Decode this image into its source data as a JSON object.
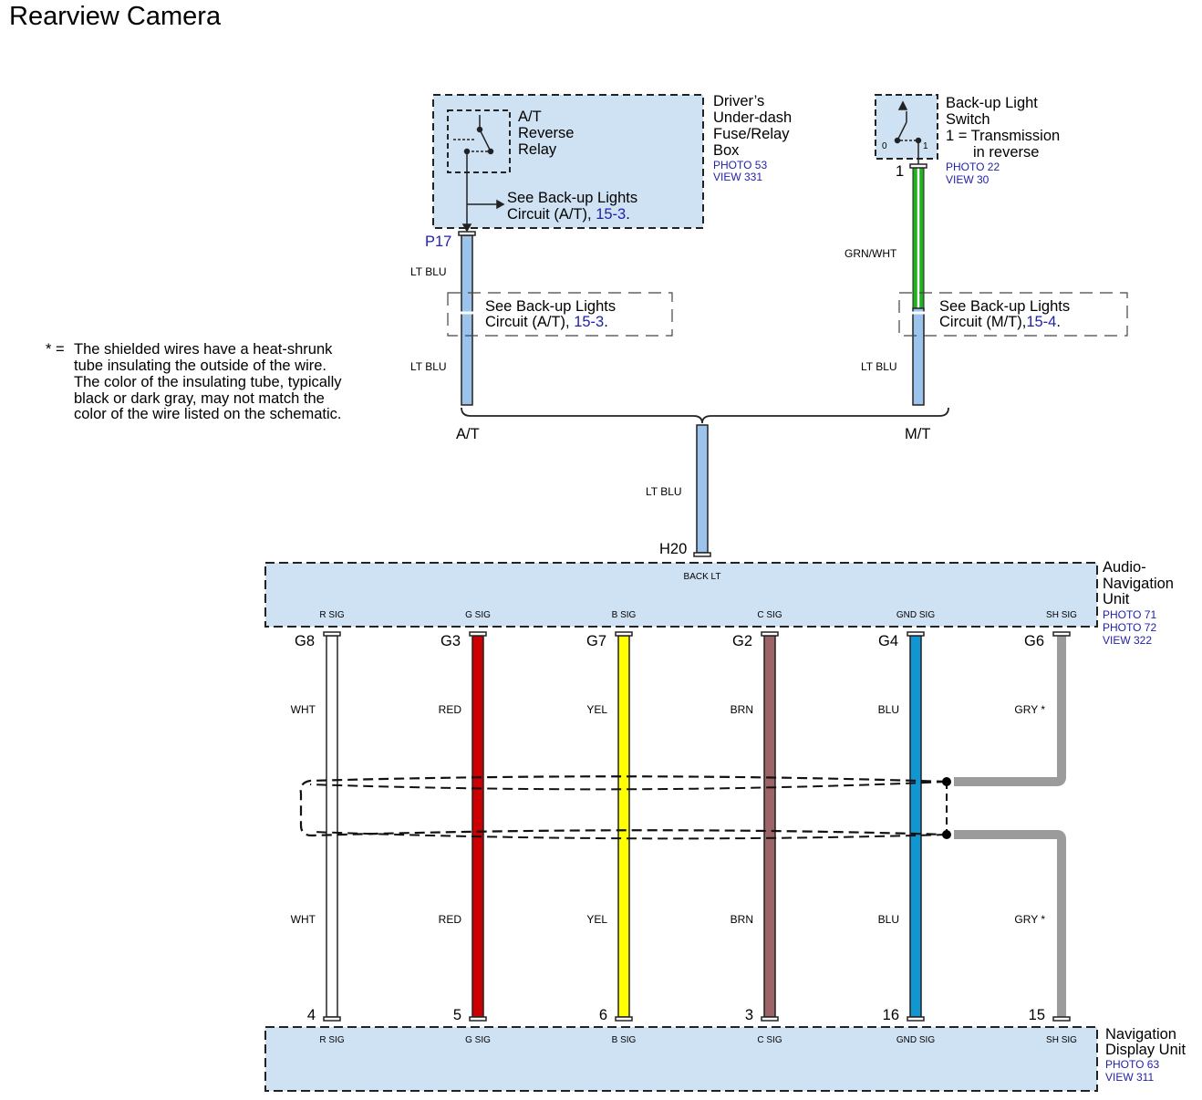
{
  "title": "Rearview Camera",
  "colors": {
    "box_fill": "#cfe2f3",
    "lt_blu": "#9cc3ec",
    "grn": "#20b020",
    "red": "#cc0000",
    "yel": "#ffff00",
    "brn": "#9c6466",
    "blu": "#1196d1",
    "gry": "#9b9b9b",
    "link": "#1f1fa8"
  },
  "fuse_box": {
    "name": [
      "Driver’s",
      "Under-dash",
      "Fuse/Relay",
      "Box"
    ],
    "photo": "PHOTO 53",
    "view": "VIEW 331",
    "relay": [
      "A/T",
      "Reverse",
      "Relay"
    ],
    "see_line1": "See Back-up Lights",
    "see_line2": "Circuit (A/T),",
    "see_link": "15-3",
    "pin": "P17"
  },
  "switch": {
    "name": [
      "Back-up Light",
      "Switch",
      "1 = Transmission",
      "in reverse"
    ],
    "photo": "PHOTO 22",
    "view": "VIEW 30",
    "pos0": "0",
    "pos1": "1",
    "pin": "1"
  },
  "wires_top": {
    "at_upper": "LT BLU",
    "at_lower": "LT BLU",
    "mt_upper": "GRN/WHT",
    "mt_lower": "LT BLU",
    "joined": "LT BLU",
    "at_label": "A/T",
    "mt_label": "M/T"
  },
  "see_at": {
    "line1": "See Back-up Lights",
    "line2": "Circuit (A/T),",
    "link": "15-3"
  },
  "see_mt": {
    "line1": "See Back-up Lights",
    "line2": "Circuit (M/T),",
    "link": "15-4"
  },
  "note": {
    "mark": "* =",
    "lines": [
      "The shielded wires have a heat-shrunk",
      "tube insulating the outside of the wire.",
      "The color of the insulating tube, typically",
      "black or dark gray, may not match the",
      "color of the wire listed on the schematic."
    ]
  },
  "nav_unit": {
    "name": [
      "Audio-",
      "Navigation",
      "Unit"
    ],
    "photos": [
      "PHOTO 71",
      "PHOTO 72"
    ],
    "view": "VIEW 322",
    "h_pin": "H20",
    "back_lt": "BACK LT"
  },
  "display_unit": {
    "name": [
      "Navigation",
      "Display Unit"
    ],
    "photo": "PHOTO 63",
    "view": "VIEW 311"
  },
  "signals": [
    {
      "signal": "R SIG",
      "top_pin": "G8",
      "bottom_pin": "4",
      "wire": "WHT",
      "color": "#ffffff"
    },
    {
      "signal": "G SIG",
      "top_pin": "G3",
      "bottom_pin": "5",
      "wire": "RED",
      "color": "#cc0000"
    },
    {
      "signal": "B SIG",
      "top_pin": "G7",
      "bottom_pin": "6",
      "wire": "YEL",
      "color": "#ffff00"
    },
    {
      "signal": "C SIG",
      "top_pin": "G2",
      "bottom_pin": "3",
      "wire": "BRN",
      "color": "#9c6466"
    },
    {
      "signal": "GND SIG",
      "top_pin": "G4",
      "bottom_pin": "16",
      "wire": "BLU",
      "color": "#1196d1"
    },
    {
      "signal": "SH SIG",
      "top_pin": "G6",
      "bottom_pin": "15",
      "wire": "GRY *",
      "color": "#9b9b9b"
    }
  ]
}
